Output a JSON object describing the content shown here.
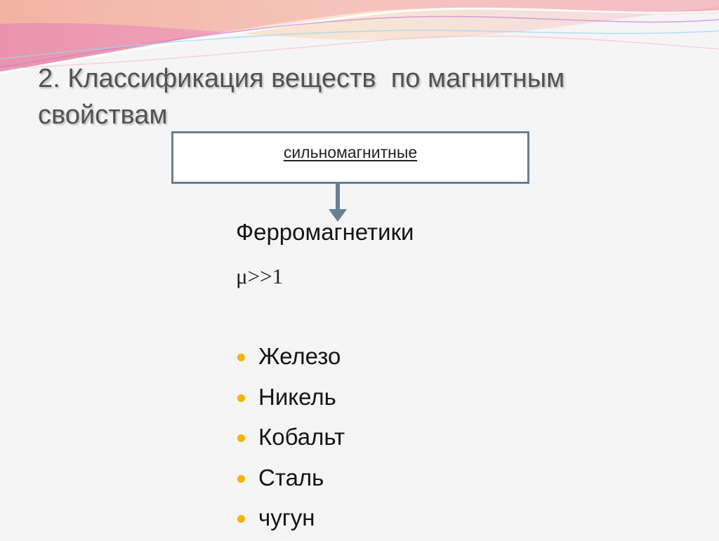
{
  "slide": {
    "title": "2. Классификация веществ  по магнитным свойствам",
    "classification_label": "сильномагнитные",
    "group_title": "Ферромагнетики",
    "mu_relation": "μ>>1",
    "items": [
      {
        "label": "Железо"
      },
      {
        "label": "Никель"
      },
      {
        "label": "Кобальт"
      },
      {
        "label": "Сталь"
      },
      {
        "label": "чугун"
      }
    ]
  },
  "colors": {
    "title_text": "#525252",
    "box_border": "#6a7f94",
    "arrow": "#6a7f94",
    "bullet": "#f4b400",
    "banner_pink": "#f08cb0",
    "banner_peach": "#f8c7a6"
  }
}
